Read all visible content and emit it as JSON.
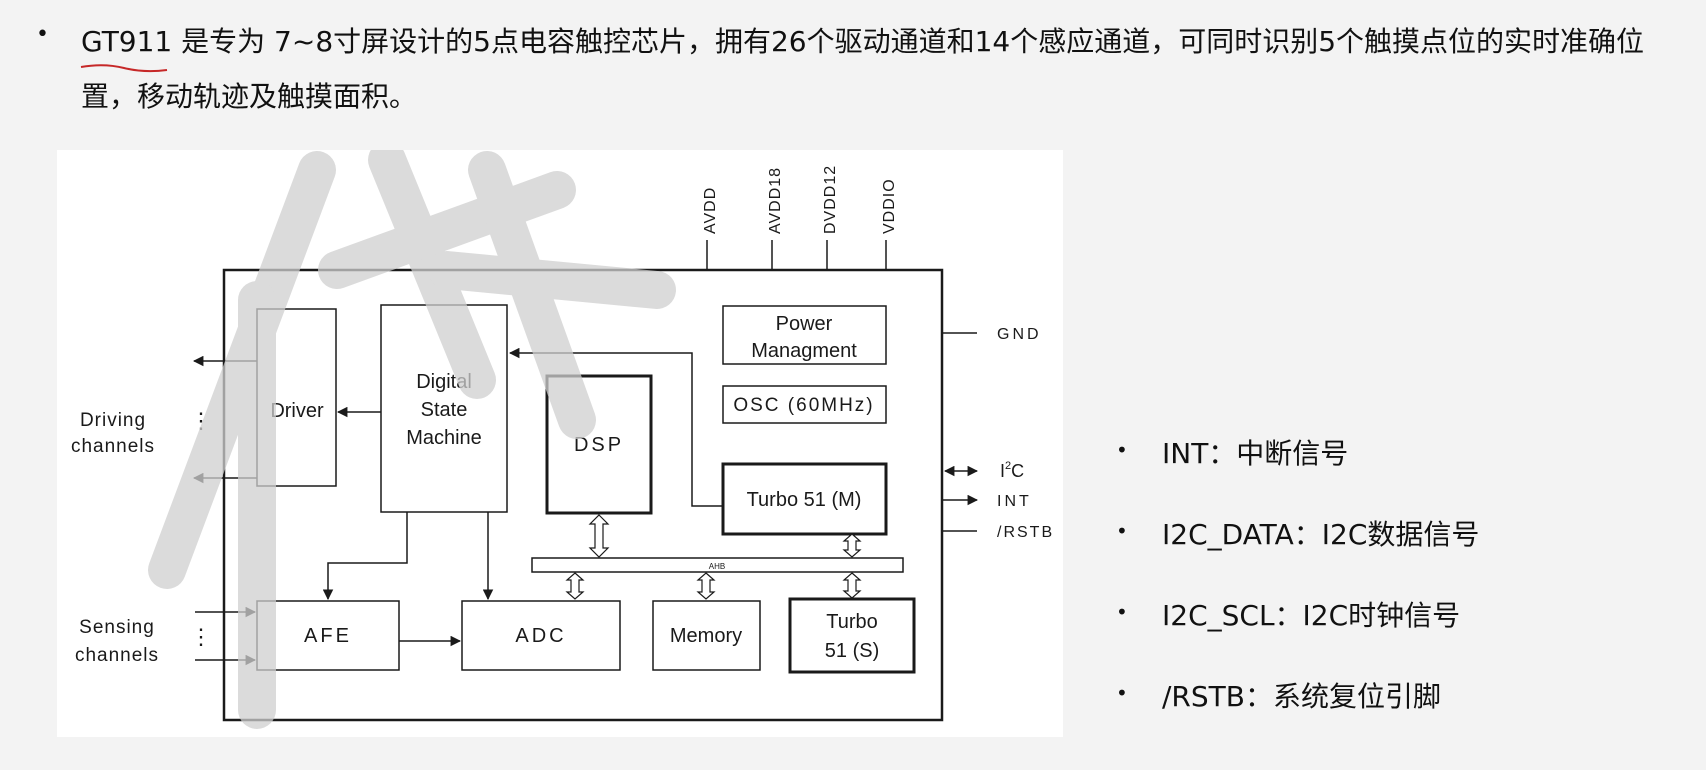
{
  "intro": {
    "bullet": "•",
    "chip_name": "GT911",
    "text": " 是专为 7~8寸屏设计的5点电容触控芯片，拥有26个驱动通道和14个感应通道，可同时识别5个触摸点位的实时准确位置，移动轨迹及触摸面积。"
  },
  "diagram": {
    "power_pins": [
      "AVDD",
      "AVDD18",
      "DVDD12",
      "VDDIO"
    ],
    "blocks": {
      "driver": "Driver",
      "dsm_line1": "Digital",
      "dsm_line2": "State",
      "dsm_line3": "Machine",
      "dsp": "DSP",
      "power_line1": "Power",
      "power_line2": "Managment",
      "osc": "OSC (60MHz)",
      "turbo_m": "Turbo 51 (M)",
      "afe": "AFE",
      "adc": "ADC",
      "memory": "Memory",
      "turbo_s_line1": "Turbo",
      "turbo_s_line2": "51 (S)",
      "bus": "AHB"
    },
    "labels": {
      "driving_line1": "Driving",
      "driving_line2": "channels",
      "sensing_line1": "Sensing",
      "sensing_line2": "channels",
      "gnd": "GND",
      "i2c": "I",
      "i2c_sup": "2",
      "i2c_tail": "C",
      "int": "INT",
      "rstb": "/RSTB",
      "dots": "⋮"
    }
  },
  "side_list": [
    {
      "bullet": "•",
      "text": "INT：中断信号"
    },
    {
      "bullet": "•",
      "text": "I2C_DATA：I2C数据信号"
    },
    {
      "bullet": "•",
      "text": "I2C_SCL：I2C时钟信号"
    },
    {
      "bullet": "•",
      "text": "/RSTB：系统复位引脚"
    }
  ],
  "colors": {
    "underline": "#c62828",
    "line": "#1a1a1a",
    "watermark": "#d4d4d4"
  }
}
